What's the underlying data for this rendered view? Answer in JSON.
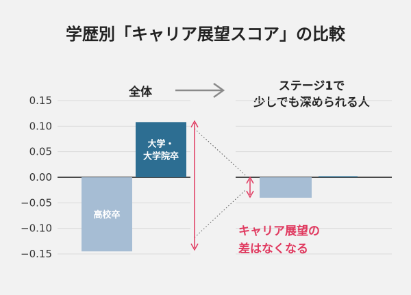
{
  "chart_data": {
    "type": "bar",
    "title": "学歴別「キャリア展望スコア」の比較",
    "panel_left_label": "全体",
    "panel_right_label_line1": "ステージ1で",
    "panel_right_label_line2": "少しでも深められる人",
    "categories": [
      "高校卒",
      "大学・大学院卒"
    ],
    "category_lines": [
      [
        "高校卒"
      ],
      [
        "大学・",
        "大学院卒"
      ]
    ],
    "series": [
      {
        "values": [
          -0.145,
          0.108
        ]
      },
      {
        "values": [
          -0.04,
          0.002
        ]
      }
    ],
    "ylim": [
      -0.15,
      0.15
    ],
    "yticks": [
      "0.15",
      "0.10",
      "0.05",
      "0.00",
      "−0.05",
      "−0.10",
      "−0.15"
    ],
    "ytick_values": [
      0.15,
      0.1,
      0.05,
      0.0,
      -0.05,
      -0.1,
      -0.15
    ],
    "annotation_line1": "キャリア展望の",
    "annotation_line2": "差はなくなる",
    "grid": true,
    "legend": "none"
  },
  "colors": {
    "hs": "#a6bdd4",
    "univ": "#2d6e92",
    "accent": "#e0395f",
    "grid": "#d9d9d9",
    "arrow": "#8a8a8a",
    "zero": "#111111"
  }
}
